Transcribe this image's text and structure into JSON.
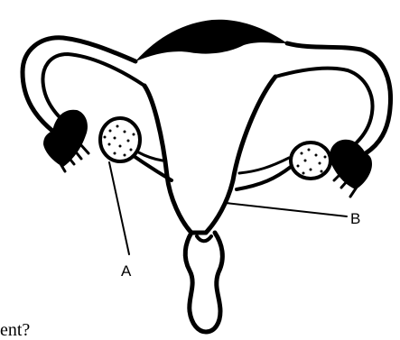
{
  "diagram": {
    "labels": {
      "a": "A",
      "b": "B"
    },
    "caption_fragment": "ent?"
  }
}
